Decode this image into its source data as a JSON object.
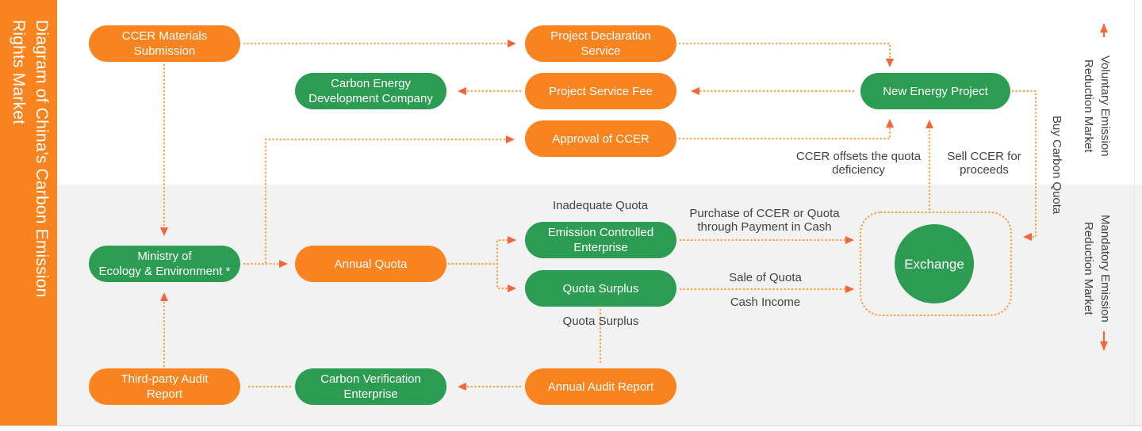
{
  "title": "Diagram of China's Carbon Emission Rights Market",
  "sidebar": {
    "title_lines": [
      "Diagram of China's Carbon Emission",
      "Rights Market"
    ]
  },
  "nodes": {
    "ccer_materials": [
      "CCER Materials",
      "Submission"
    ],
    "project_declaration": [
      "Project Declaration",
      "Service"
    ],
    "carbon_energy": [
      "Carbon Energy",
      "Development Company"
    ],
    "project_service_fee": [
      "Project Service Fee"
    ],
    "new_energy": [
      "New Energy Project"
    ],
    "approval_ccer": [
      "Approval of CCER"
    ],
    "ministry": [
      "Ministry of",
      "Ecology & Environment *"
    ],
    "annual_quota": [
      "Annual Quota"
    ],
    "emission_controlled": [
      "Emission Controlled",
      "Enterprise"
    ],
    "quota_surplus": [
      "Quota Surplus"
    ],
    "exchange": [
      "Exchange"
    ],
    "annual_audit": [
      "Annual Audit Report"
    ],
    "third_party": [
      "Third-party Audit",
      "Report"
    ],
    "carbon_verification": [
      "Carbon Verification",
      "Enterprise"
    ]
  },
  "labels": {
    "inadequate_quota": "Inadequate Quota",
    "purchase": "Purchase of CCER or Quota through Payment in Cash",
    "sale_of_quota": "Sale of Quota",
    "cash_income": "Cash Income",
    "quota_surplus": "Quota Surplus",
    "ccer_offsets": "CCER offsets the quota deficiency",
    "sell_ccer": "Sell CCER for proceeds",
    "buy_carbon_quota": "Buy Carbon Quota"
  },
  "side_rails": {
    "voluntary_lines": [
      "Voluntary Emission",
      "Reduction Market"
    ],
    "mandatory_lines": [
      "Mandatory Emission",
      "Reduction Market"
    ]
  },
  "colors": {
    "orange": "#f8831f",
    "green": "#2b9c51",
    "dotted_line": "#fba03c",
    "arrowhead": "#f4653c",
    "mandatory_panel": "#f2f2f2",
    "label_text": "#3e4346"
  }
}
